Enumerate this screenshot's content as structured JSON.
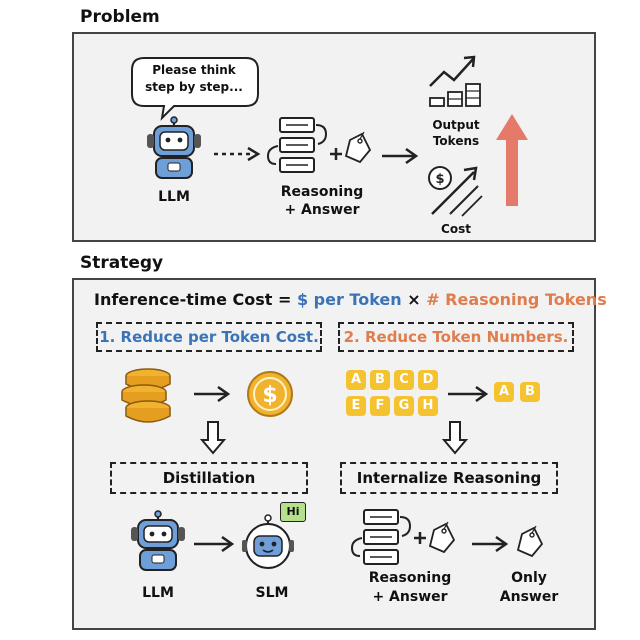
{
  "problem": {
    "title": "Problem",
    "bubble_line1": "Please think",
    "bubble_line2": "step by step...",
    "llm_label": "LLM",
    "reasoning_line1": "Reasoning",
    "reasoning_line2": "+ Answer",
    "output_line1": "Output",
    "output_line2": "Tokens",
    "cost_label": "Cost"
  },
  "strategy": {
    "title": "Strategy",
    "formula_prefix": "Inference-time Cost = ",
    "formula_term1": "$ per Token",
    "formula_times": " × ",
    "formula_term2": "# Reasoning Tokens",
    "option1": "1. Reduce per Token Cost.",
    "option2": "2. Reduce Token Numbers.",
    "distillation": "Distillation",
    "internalize": "Internalize Reasoning",
    "llm_label": "LLM",
    "slm_label": "SLM",
    "hi_badge": "Hi",
    "reasoning_line1": "Reasoning",
    "reasoning_line2": "+ Answer",
    "only_line1": "Only",
    "only_line2": "Answer",
    "letter_tiles": [
      "A",
      "B",
      "C",
      "D",
      "E",
      "F",
      "G",
      "H"
    ],
    "kept_tiles": [
      "A",
      "B"
    ]
  },
  "colors": {
    "blue": "#3a73b6",
    "orange": "#e07d4d",
    "tile": "#f5c230",
    "coin": "#f1b32f",
    "arrow_red": "#e67a6a",
    "robot_blue": "#6f9fd8",
    "badge_green": "#b6e08b"
  }
}
